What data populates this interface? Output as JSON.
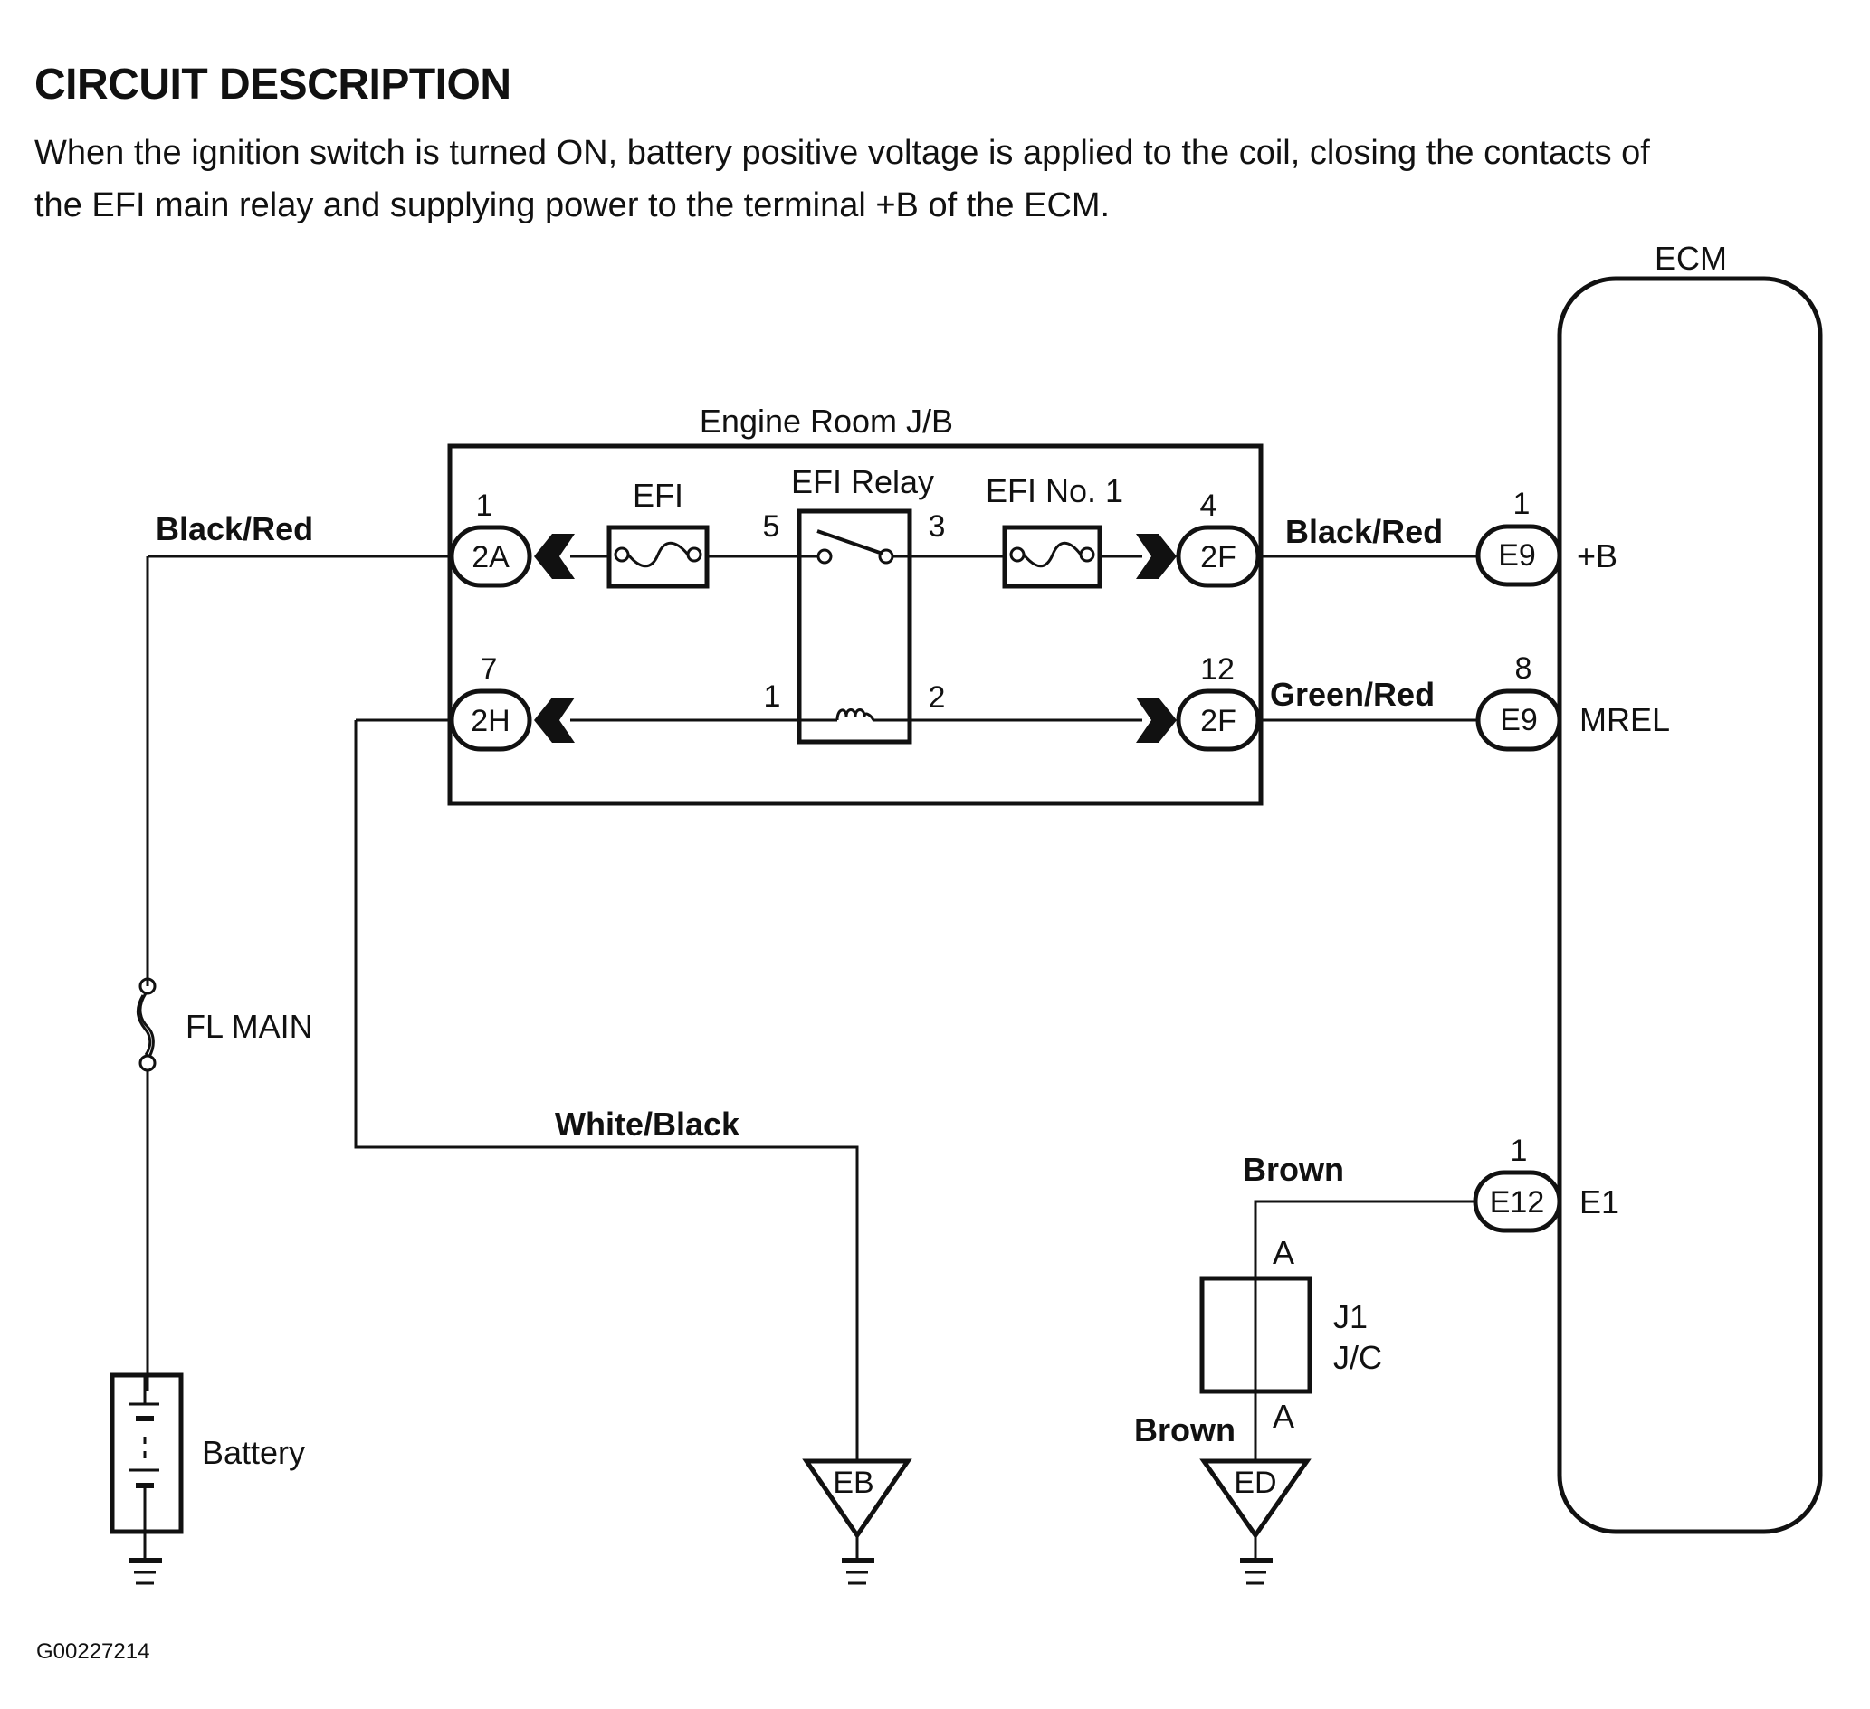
{
  "header": {
    "title": "CIRCUIT DESCRIPTION",
    "description_line1": "When the ignition switch is turned ON, battery positive voltage is applied to the coil, closing the contacts of",
    "description_line2": "the EFI main relay and supplying power to the terminal +B of the ECM."
  },
  "diagram": {
    "ecm": {
      "label": "ECM",
      "terminals": [
        {
          "name": "+B",
          "connector": "E9",
          "pin": "1"
        },
        {
          "name": "MREL",
          "connector": "E9",
          "pin": "8"
        },
        {
          "name": "E1",
          "connector": "E12",
          "pin": "1"
        }
      ]
    },
    "junction_block": {
      "label": "Engine Room J/B",
      "efi_fuse": "EFI",
      "efi_relay": "EFI Relay",
      "efi_no1_fuse": "EFI No. 1",
      "relay_pins": {
        "p5": "5",
        "p3": "3",
        "p1": "1",
        "p2": "2"
      },
      "connectors": [
        {
          "id": "2A",
          "pin": "1"
        },
        {
          "id": "2H",
          "pin": "7"
        },
        {
          "id": "2F",
          "pin": "4"
        },
        {
          "id": "2F",
          "pin": "12"
        }
      ]
    },
    "wires": {
      "battery_to_2a": "Black/Red",
      "jb_to_e9_top": "Black/Red",
      "jb_to_e9_bottom": "Green/Red",
      "ground_eb": "White/Black",
      "e12_to_jc": "Brown",
      "jc_to_ed": "Brown"
    },
    "fl_main": "FL MAIN",
    "battery": "Battery",
    "junction_connector": {
      "line1": "J1",
      "line2": "J/C",
      "pin_top": "A",
      "pin_bottom": "A"
    },
    "grounds": {
      "eb": "EB",
      "ed": "ED"
    },
    "figure_id": "G00227214"
  }
}
